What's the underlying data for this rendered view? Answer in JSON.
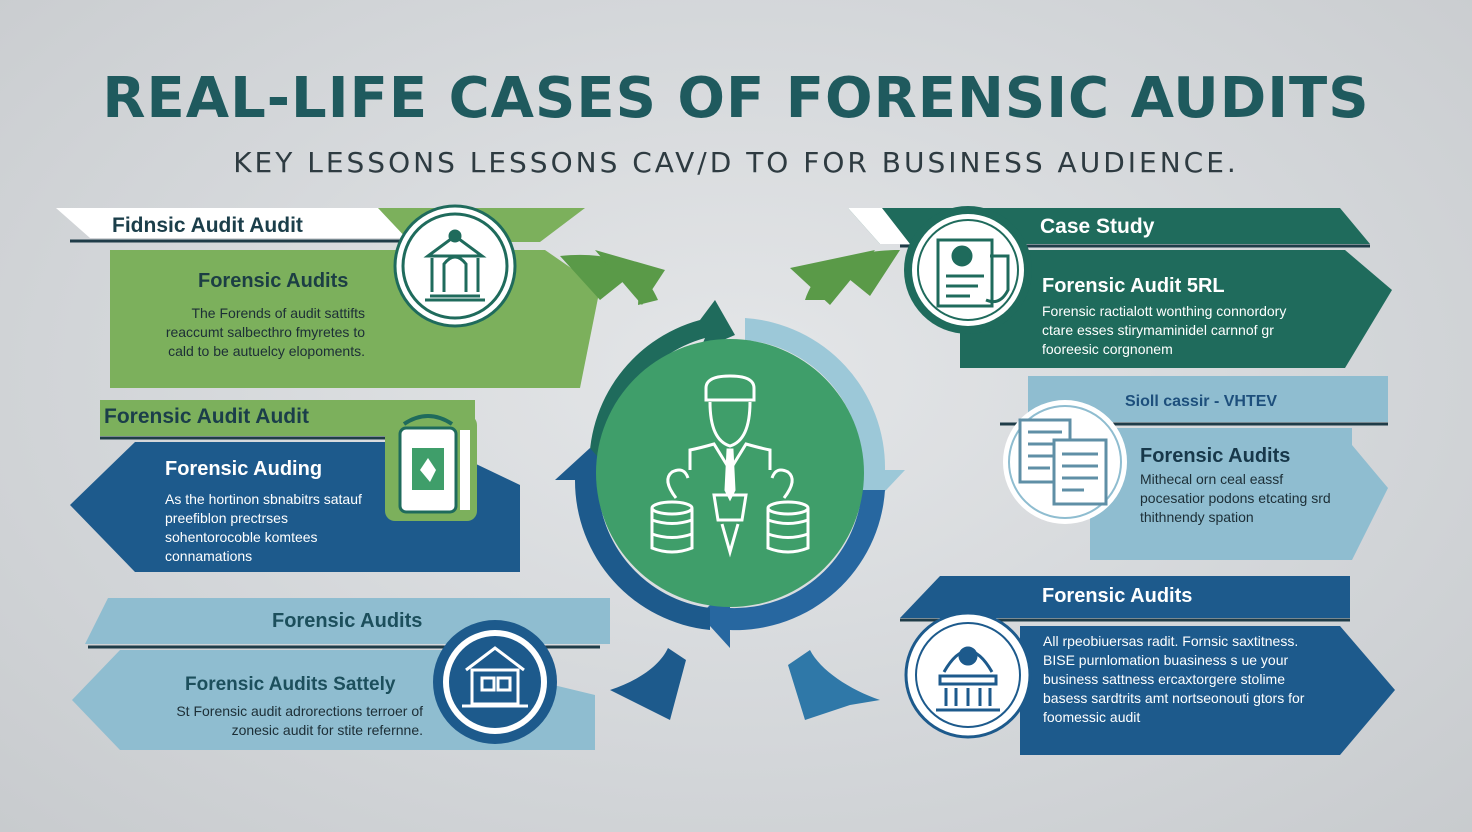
{
  "header": {
    "title": "REAL-LIFE  CASES OF FORENSIC AUDITS",
    "subtitle": "KEY LESSONS LESSONS CAV/D TO FOR BUSINESS AUDIENCE."
  },
  "colors": {
    "dark_teal": "#1f6b5c",
    "green": "#7cb05c",
    "navy": "#1d5a8c",
    "light_blue": "#8fbdd0",
    "center_green": "#3f9e6a"
  },
  "cards": {
    "top_left": {
      "label": "Fidnsic Audit Audit",
      "heading": "Forensic Audits",
      "body": "The Forends of audit sattifts reaccumt salbecthro fmyretes to cald to be autuelcy elopoments.",
      "icon": "courthouse-icon"
    },
    "mid_left": {
      "label": "Forensic Audit Audit",
      "heading": "Forensic Auding",
      "body": "As the hortinon sbnabitrs satauf preefiblon prectrses sohentorocoble komtees connamations",
      "icon": "document-seal-icon"
    },
    "bottom_left": {
      "label": "Forensic Audits",
      "heading": "Forensic Audits Sattely",
      "body": "St Forensic audit adrorections terroer of zonesic audit for stite refernne.",
      "icon": "building-icon"
    },
    "top_right": {
      "label": "Case Study",
      "heading": "Forensic  Audit 5RL",
      "body": "Forensic ractialott wonthing connordory ctare esses stirymaminidel carnnof gr fooreesic corgnonem",
      "icon": "report-icon"
    },
    "mid_right": {
      "label": "Sioll cassir - VHTEV",
      "heading": "Forensic Audits",
      "body": "Mithecal orn ceal eassf pocesatior podons etcating srd thithnendy spation",
      "icon": "documents-icon"
    },
    "bottom_right": {
      "label": "Forensic Audits",
      "heading": "",
      "body": "All rpeobiuersas radit. Fornsic saxtitness. BISE purnlomation buasiness s ue your business sattness ercaxtorgere stolime basess sardtrits amt nortseonouti gtors for foomessic audit",
      "icon": "bank-icon"
    },
    "center": {
      "icon": "auditor-icon"
    }
  }
}
